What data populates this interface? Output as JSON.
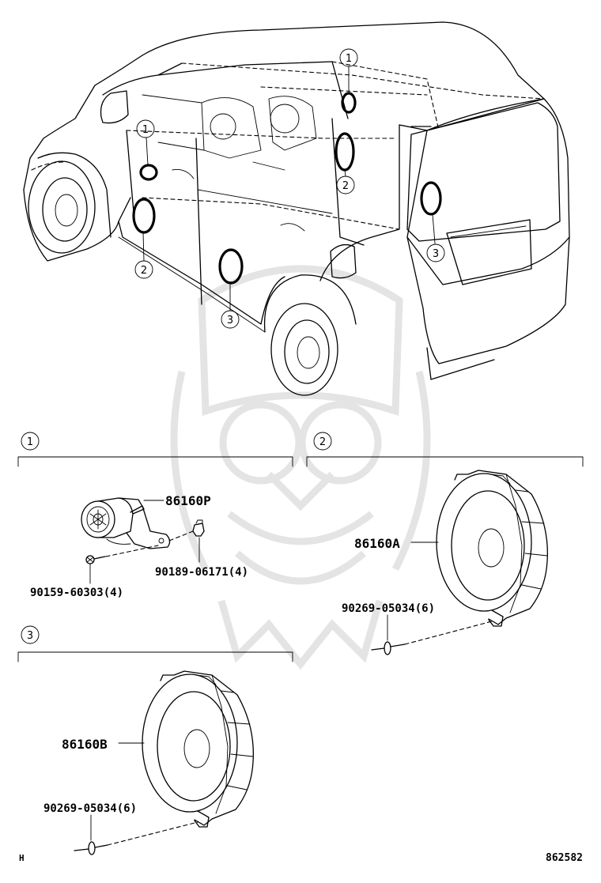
{
  "watermark": {
    "icon": "crest-watermark-icon",
    "color": "#e6e6e6"
  },
  "vehicle": {
    "callouts": [
      {
        "id": "cv-1a",
        "ref": "1"
      },
      {
        "id": "cv-1b",
        "ref": "1"
      },
      {
        "id": "cv-2a",
        "ref": "2"
      },
      {
        "id": "cv-2b",
        "ref": "2"
      },
      {
        "id": "cv-3a",
        "ref": "3"
      },
      {
        "id": "cv-3b",
        "ref": "3"
      }
    ]
  },
  "group1": {
    "ref": "1",
    "parts": {
      "tweeter": "86160P",
      "screw": "90159-60303(4)",
      "clip": "90189-06171(4)"
    }
  },
  "group2": {
    "ref": "2",
    "parts": {
      "speaker": "86160A",
      "screw": "90269-05034(6)"
    }
  },
  "group3": {
    "ref": "3",
    "parts": {
      "speaker": "86160B",
      "screw": "90269-05034(6)"
    }
  },
  "footer": {
    "left_code": "H",
    "illustration_number": "862582"
  }
}
